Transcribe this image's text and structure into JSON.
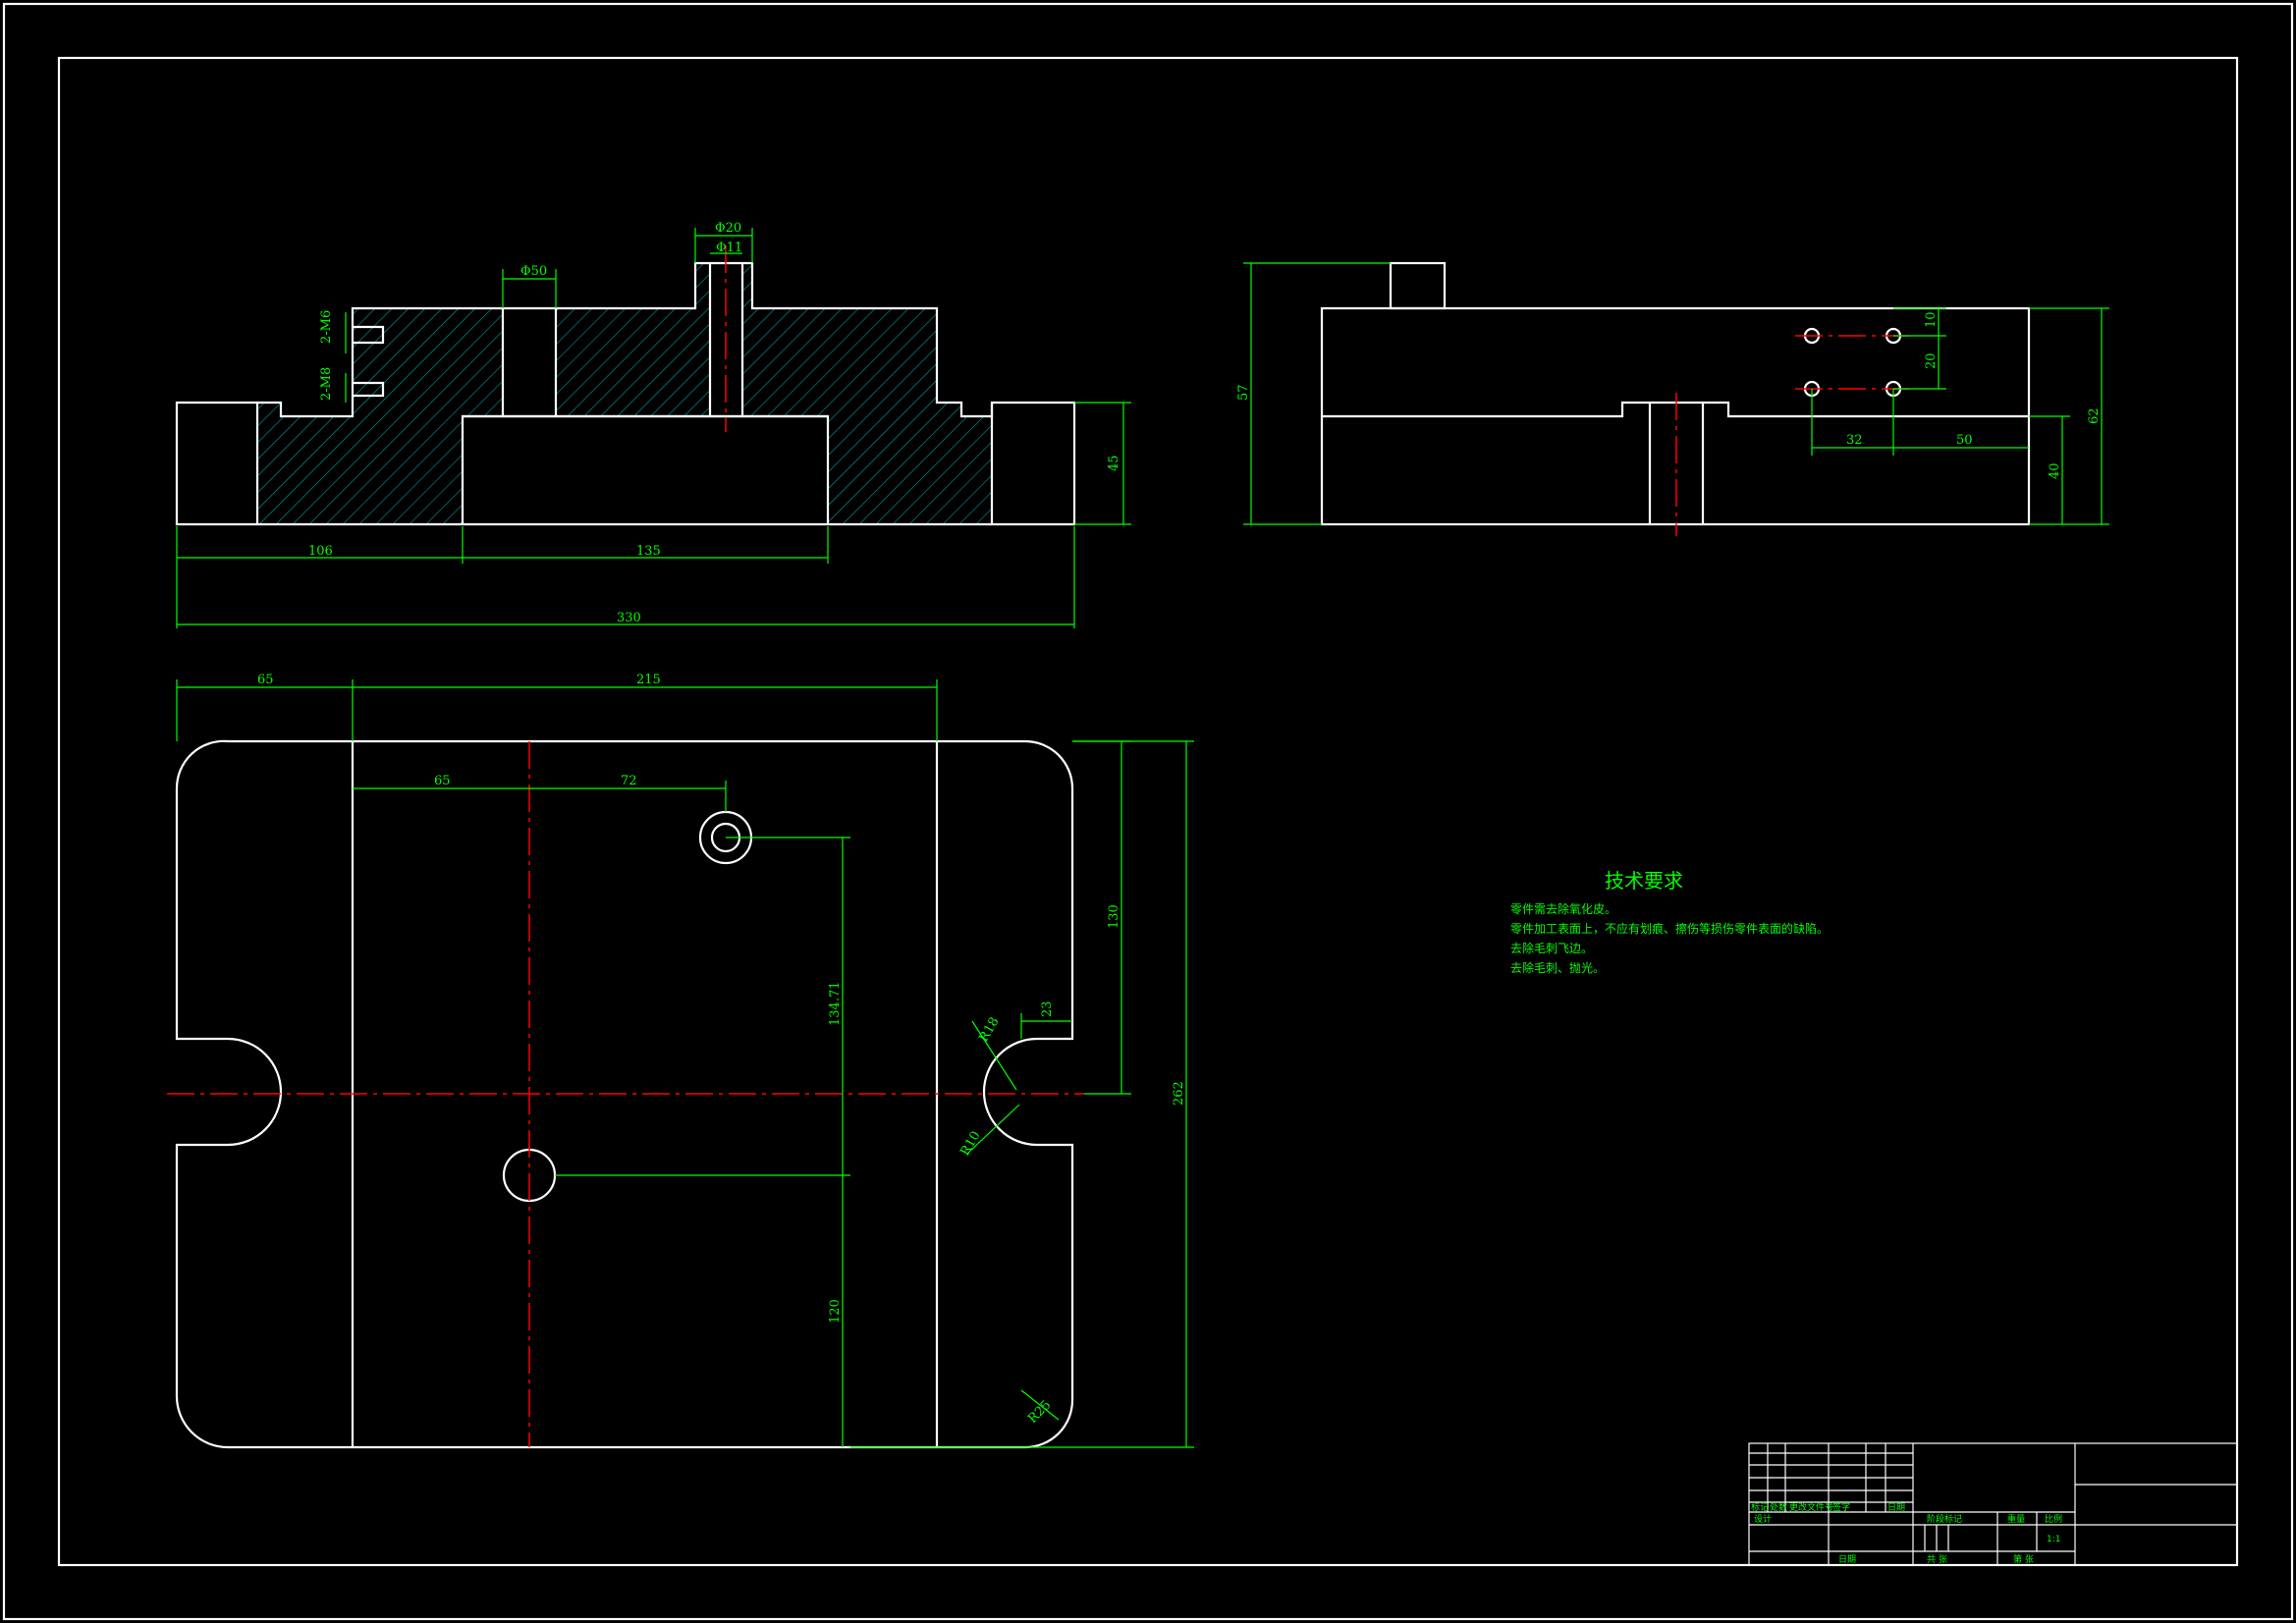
{
  "colors": {
    "background": "#000000",
    "object": "#ffffff",
    "dimension": "#00ff00",
    "centerline": "#ff0000",
    "hatch": "#00a0a0"
  },
  "front_view": {
    "dims": {
      "d_top_pin": "Φ20",
      "d_pin_inner": "Φ11",
      "d_hole": "Φ50",
      "left_screw_1": "2-M6",
      "left_screw_2": "2-M8",
      "height_right": "45",
      "base_left": "106",
      "base_mid": "135",
      "overall": "330"
    }
  },
  "side_view": {
    "dims": {
      "overall_height": "57",
      "v_top": "10",
      "v_mid": "20",
      "h_left": "32",
      "h_right": "50",
      "right_outer": "62",
      "right_inner": "40"
    }
  },
  "plan_view": {
    "dims": {
      "left_width": "65",
      "top_width": "215",
      "hole_x1": "65",
      "hole_x2": "72",
      "right_upper": "130",
      "overall_height": "262",
      "vert_hole_1": "134.71",
      "vert_hole_2": "120",
      "slot_width": "23",
      "slot_radius": "R18",
      "slot_radius_2": "R10",
      "corner_radius": "R25"
    }
  },
  "notes": {
    "title": "技术要求",
    "lines": [
      "零件需去除氧化皮。",
      "零件加工表面上，不应有划痕、擦伤等损伤零件表面的缺陷。",
      "去除毛刺飞边。",
      "去除毛刺、抛光。"
    ]
  },
  "title_block": {
    "rev_headers": [
      "标记",
      "处数",
      "更改文件号",
      "签字",
      "日期"
    ],
    "row_design": "设计",
    "row_date": "日期",
    "stage_label": "阶段标记",
    "weight_label": "重量",
    "scale_label": "比例",
    "scale_value": "1:1",
    "sheet_total": "共 张",
    "sheet_no": "第 张"
  }
}
